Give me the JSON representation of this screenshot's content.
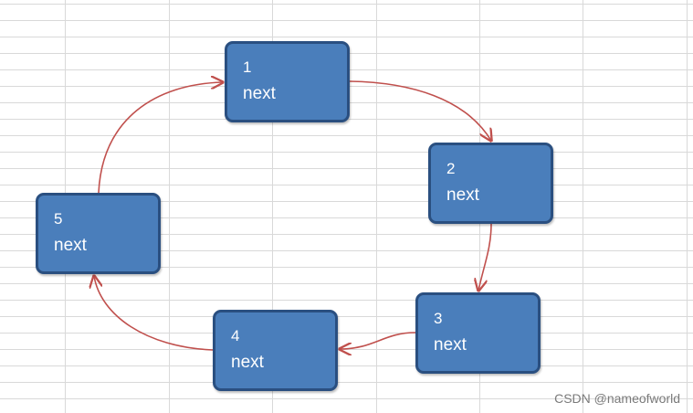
{
  "nodes": [
    {
      "label": "1",
      "pointer": "next"
    },
    {
      "label": "2",
      "pointer": "next"
    },
    {
      "label": "3",
      "pointer": "next"
    },
    {
      "label": "4",
      "pointer": "next"
    },
    {
      "label": "5",
      "pointer": "next"
    }
  ],
  "edges": [
    {
      "from": "1",
      "to": "2"
    },
    {
      "from": "2",
      "to": "3"
    },
    {
      "from": "3",
      "to": "4"
    },
    {
      "from": "4",
      "to": "5"
    },
    {
      "from": "5",
      "to": "1"
    }
  ],
  "colors": {
    "node_fill": "#4a7ebb",
    "node_border": "#2a4f80",
    "node_text": "#ffffff",
    "arrow": "#c0504d",
    "grid": "#d9d9d9"
  },
  "watermark": "CSDN @nameofworld"
}
